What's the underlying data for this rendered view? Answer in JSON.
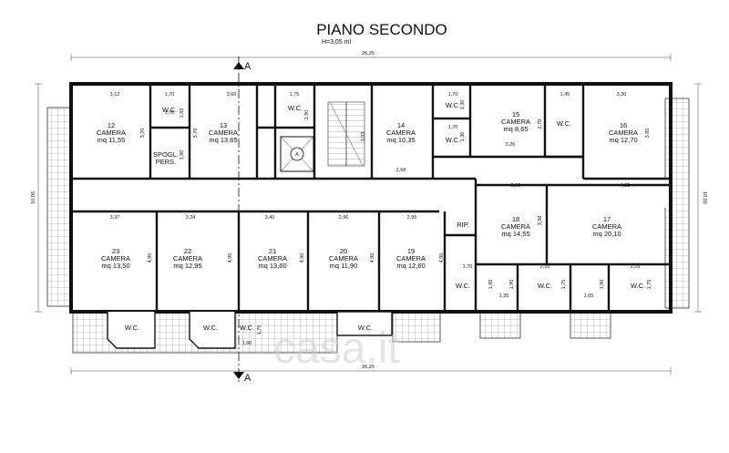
{
  "title": "PIANO SECONDO",
  "height_note": "H=3,05 ml",
  "section_label": "A",
  "watermark": "casa.it",
  "dimensions": {
    "overall_width": "26,25",
    "overall_height": "10,05"
  },
  "rooms": [
    {
      "id": "12",
      "lines": [
        "12",
        "CAMERA",
        "mq 11,55"
      ]
    },
    {
      "id": "13",
      "lines": [
        "13",
        "CAMERA",
        "mq 13,65"
      ]
    },
    {
      "id": "14",
      "lines": [
        "14",
        "CAMERA",
        "mq 10,35"
      ]
    },
    {
      "id": "15",
      "lines": [
        "15",
        "CAMERA",
        "mq 8,65"
      ]
    },
    {
      "id": "16",
      "lines": [
        "16",
        "CAMERA",
        "mq 12,70"
      ]
    },
    {
      "id": "17",
      "lines": [
        "17",
        "CAMERA",
        "mq 20,10"
      ]
    },
    {
      "id": "18",
      "lines": [
        "18",
        "CAMERA",
        "mq 14,55"
      ]
    },
    {
      "id": "19",
      "lines": [
        "19",
        "CAMERA",
        "mq 12,60"
      ]
    },
    {
      "id": "20",
      "lines": [
        "20",
        "CAMERA",
        "mq 11,90"
      ]
    },
    {
      "id": "21",
      "lines": [
        "21",
        "CAMERA",
        "mq 13,60"
      ]
    },
    {
      "id": "22",
      "lines": [
        "22",
        "CAMERA",
        "mq 12,95"
      ]
    },
    {
      "id": "23",
      "lines": [
        "23",
        "CAMERA",
        "mq 13,50"
      ]
    }
  ],
  "spogl": [
    "SPOGL.",
    "PERS."
  ],
  "wc": "W.C.",
  "rip": "RIP.",
  "room_dims": [
    "3,12",
    "1,70",
    "1,70",
    "3,60",
    "1,75",
    "1,70",
    "1,70",
    "1,45",
    "3,30",
    "3,70",
    "1,82",
    "1,80",
    "3,70",
    "1,90",
    "3,93",
    "1,30",
    "1,30",
    "2,70",
    "3,85",
    "3,20",
    "2,68",
    "2,90",
    "4,85",
    "3,37",
    "3,24",
    "3,40",
    "2,96",
    "2,95",
    "3,50",
    "4,90",
    "4,90",
    "4,90",
    "4,90",
    "4,90",
    "1,70",
    "2,10",
    "2,15",
    "1,90",
    "1,90",
    "1,75",
    "1,90",
    "1,75",
    "1,35",
    "1,65",
    "1,75",
    "1,60"
  ]
}
